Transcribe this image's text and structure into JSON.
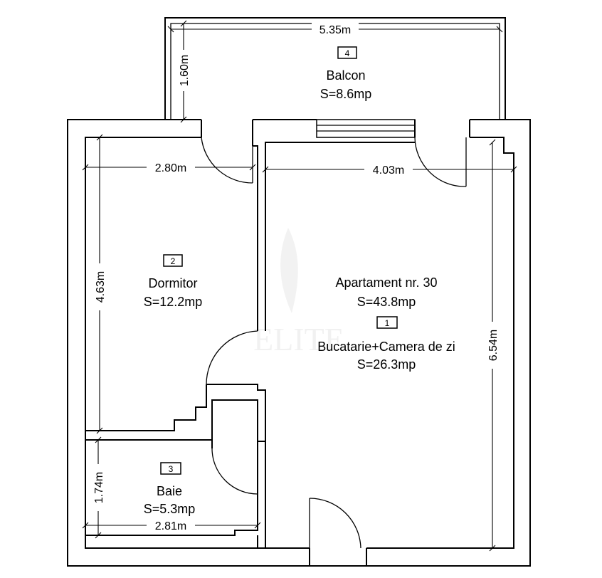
{
  "plan": {
    "apartment": {
      "title": "Apartament nr. 30",
      "area": "S=43.8mp"
    },
    "rooms": [
      {
        "number": "1",
        "name": "Bucatarie+Camera de zi",
        "area": "S=26.3mp"
      },
      {
        "number": "2",
        "name": "Dormitor",
        "area": "S=12.2mp"
      },
      {
        "number": "3",
        "name": "Baie",
        "area": "S=5.3mp"
      },
      {
        "number": "4",
        "name": "Balcon",
        "area": "S=8.6mp"
      }
    ],
    "dimensions": {
      "balcony_width": "5.35m",
      "balcony_depth": "1.60m",
      "bedroom_width": "2.80m",
      "bedroom_length": "4.63m",
      "living_width": "4.03m",
      "living_length": "6.54m",
      "bath_width": "2.81m",
      "bath_length": "1.74m"
    },
    "watermark": "ELITE"
  }
}
